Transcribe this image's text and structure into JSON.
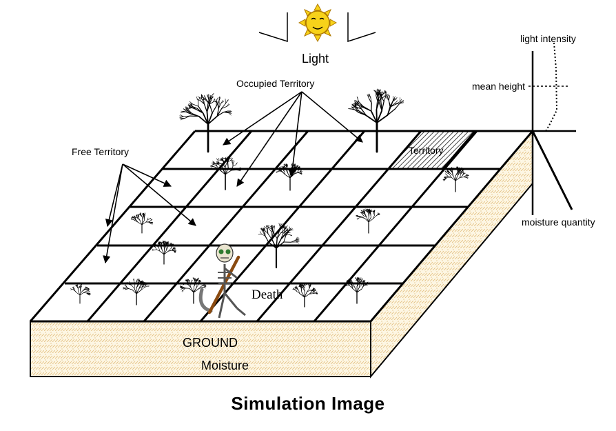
{
  "title": "Simulation Image",
  "labels": {
    "light": "Light",
    "occupied_territory": "Occupied Territory",
    "free_territory": "Free Territory",
    "territory": "Territory",
    "death": "Death",
    "ground": "GROUND",
    "moisture": "Moisture"
  },
  "gauge": {
    "light_intensity": "light intensity",
    "mean_height": "mean height",
    "moisture_quantity": "moisture quantity"
  },
  "colors": {
    "ground_fill": "#fdf6e3",
    "ground_pattern": "#e8c78a",
    "sun_face": "#f7d21a",
    "sun_outline": "#b07a00",
    "territory_hatch": "#555555",
    "scythe_handle": "#8a4a10"
  },
  "icons": {
    "sun": "sun-icon",
    "grim_reaper": "grim-reaper-icon",
    "tree": "tree-icon"
  }
}
